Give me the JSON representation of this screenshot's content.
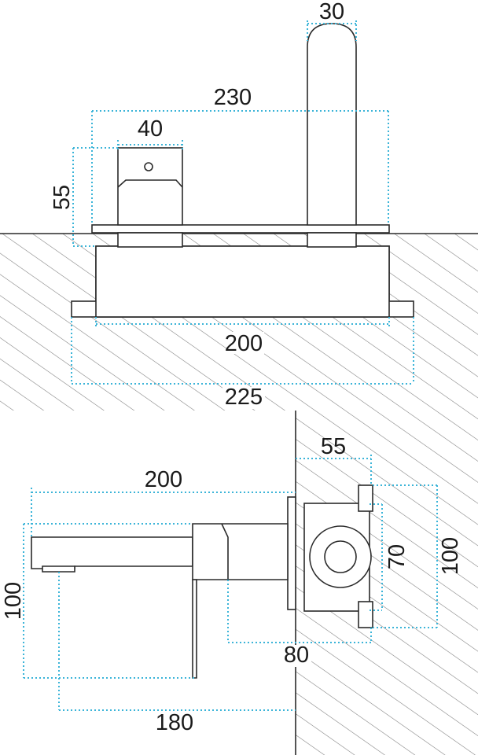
{
  "top_view": {
    "dimensions": {
      "spout_width": "30",
      "total_depth": "230",
      "handle_width": "40",
      "handle_height": "55",
      "body_width": "200",
      "plate_width": "225"
    }
  },
  "side_view": {
    "dimensions": {
      "wall_depth": "55",
      "spout_length": "200",
      "spout_drop": "100",
      "body_height": "70",
      "plate_height": "100",
      "body_depth": "80",
      "outlet_reach": "180"
    }
  },
  "colors": {
    "dimension_lines": "#3bb4d8",
    "outline": "#2a2a2a",
    "hatch": "#7a7a7a"
  }
}
